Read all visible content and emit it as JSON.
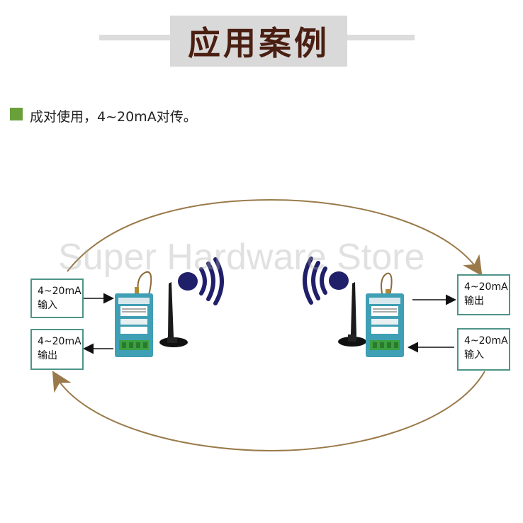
{
  "title": "应用案例",
  "subtitle": "成对使用，4~20mA对传。",
  "watermark": "Super Hardware Store",
  "colors": {
    "title_text": "#4a1f12",
    "bullet": "#6aa03a",
    "box_border": "#4e9488",
    "ellipse": "#9a7a4a",
    "signal": "#20206a",
    "module_body": "#3f9fb5"
  },
  "left_unit": {
    "input": {
      "line1": "4~20mA",
      "line2": "输入"
    },
    "output": {
      "line1": "4~20mA",
      "line2": "输出"
    }
  },
  "right_unit": {
    "output": {
      "line1": "4~20mA",
      "line2": "输出"
    },
    "input": {
      "line1": "4~20mA",
      "line2": "输入"
    }
  },
  "icons": [
    "wireless-signal-icon",
    "antenna-icon",
    "module-icon",
    "arrow-icon"
  ]
}
